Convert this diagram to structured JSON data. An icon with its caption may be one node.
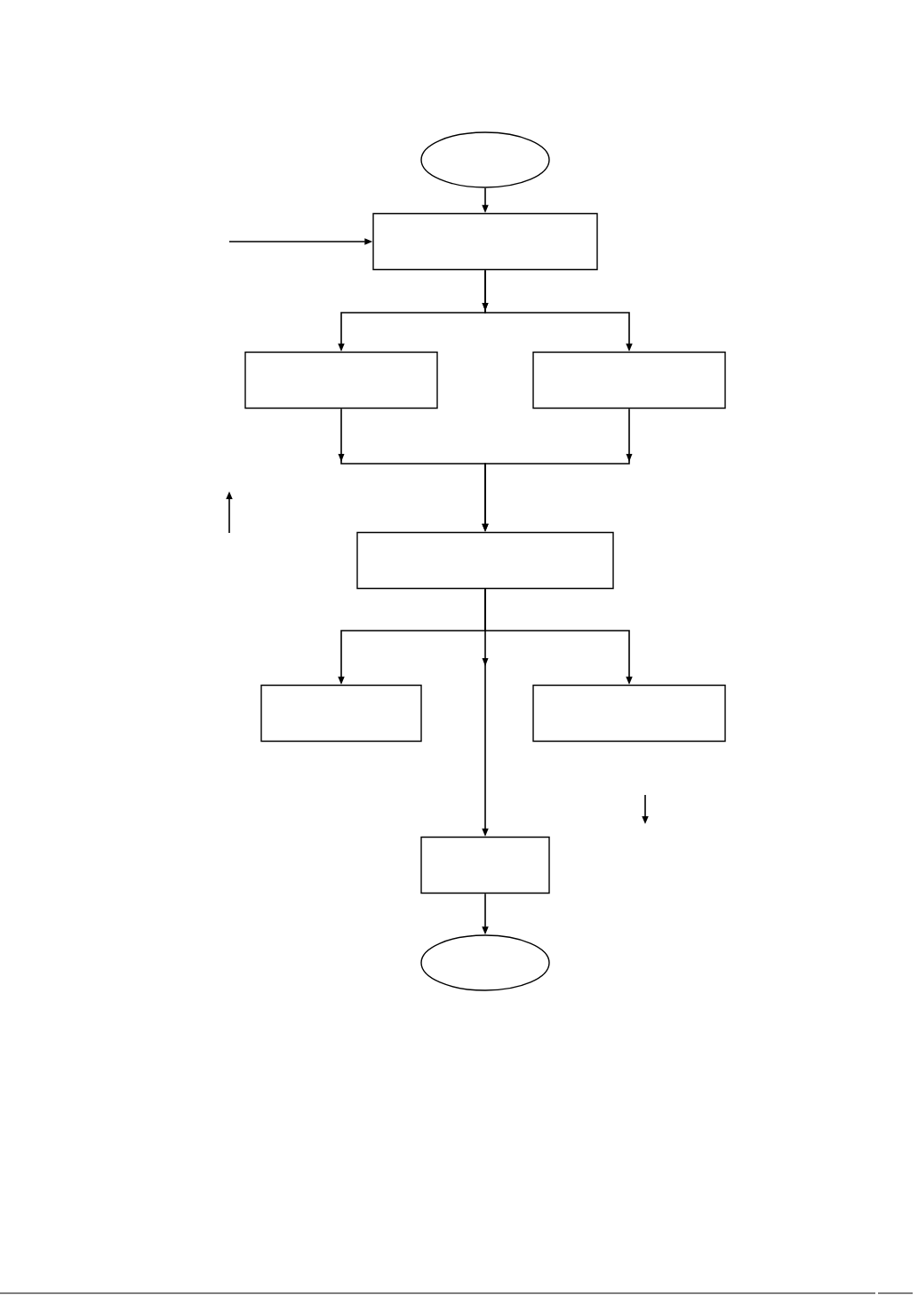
{
  "diagram": {
    "nodes": [
      {
        "text": [],
        "shape": "ellipse"
      },
      {
        "text": [],
        "shape": "box"
      },
      {
        "text": [],
        "shape": "box"
      },
      {
        "text": [],
        "shape": "box"
      },
      {
        "text": [],
        "shape": "box"
      },
      {
        "text": [],
        "shape": "box"
      },
      {
        "text": [],
        "shape": "box"
      },
      {
        "text": [],
        "shape": "box"
      },
      {
        "text": [],
        "shape": "ellipse"
      }
    ],
    "edges": [
      {
        "from": 0,
        "to": 1,
        "arrow": "to"
      },
      {
        "from": null,
        "to": 1,
        "arrow": "to"
      },
      {
        "from": 1,
        "to": 2,
        "arrow": "to"
      },
      {
        "from": 1,
        "to": 3,
        "arrow": "to"
      },
      {
        "from": 2,
        "to": 4,
        "arrow": "to"
      },
      {
        "from": 3,
        "to": 4,
        "arrow": "to"
      },
      {
        "from": 4,
        "to": 5,
        "arrow": "to"
      },
      {
        "from": 4,
        "to": 6,
        "arrow": "to"
      },
      {
        "from": 4,
        "to": 7,
        "arrow": "to"
      },
      {
        "from": 7,
        "to": 8,
        "arrow": "to"
      }
    ]
  }
}
